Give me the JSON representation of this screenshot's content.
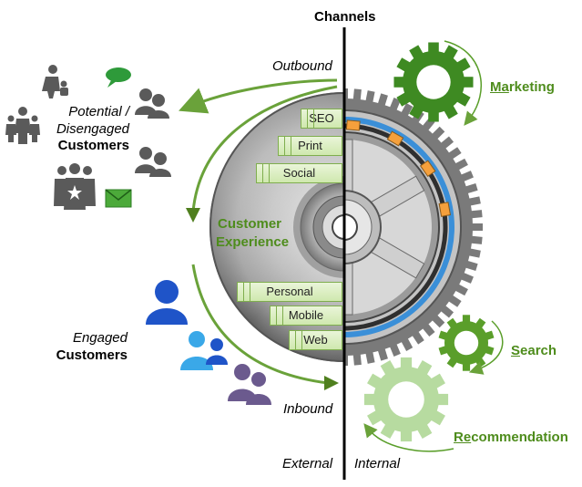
{
  "header": {
    "title": "Channels"
  },
  "flows": {
    "outbound": "Outbound",
    "inbound": "Inbound"
  },
  "sides": {
    "external": "External",
    "internal": "Internal"
  },
  "customers": {
    "potential_line1": "Potential /",
    "potential_line2": "Disengaged",
    "potential_line3": "Customers",
    "engaged_line1": "Engaged",
    "engaged_line2": "Customers"
  },
  "hub": {
    "line1": "Customer",
    "line2": "Experience"
  },
  "outbound_channels": [
    "SEO",
    "Print",
    "Social"
  ],
  "inbound_channels": [
    "Personal",
    "Mobile",
    "Web"
  ],
  "engines": {
    "marketing": {
      "accent": "Ma",
      "rest": "rketing"
    },
    "search": {
      "accent": "S",
      "rest": "earch"
    },
    "recommendation": {
      "accent": "Re",
      "rest": "commendation"
    }
  },
  "colors": {
    "green_dark": "#4e8c1c",
    "green_mid": "#5a9e2a",
    "green_light": "#b7dba0",
    "orange": "#f5a03c",
    "blue_ring": "#3a8fd8",
    "person_blue": "#1f54c8",
    "person_cyan": "#3aa8e8",
    "person_purple": "#6b5a8e",
    "gray_icon": "#5a5a5a"
  },
  "icons": [
    "parent-child-icon",
    "family-icon",
    "chat-bubble-icon",
    "user-pair-icon",
    "group-icon",
    "email-icon",
    "user-icon",
    "users-icon"
  ]
}
